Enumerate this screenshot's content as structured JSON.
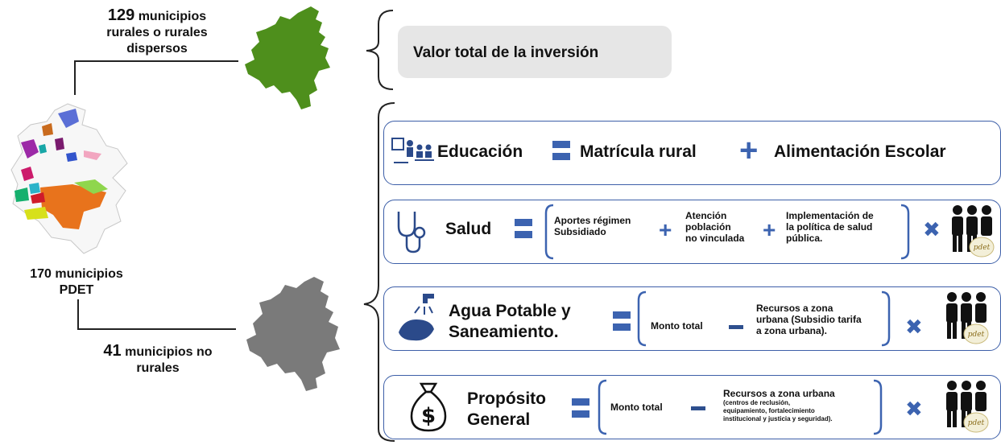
{
  "left": {
    "rural_count": "129",
    "rural_label_1": "municipios",
    "rural_label_2": "rurales o rurales",
    "rural_label_3": "dispersos",
    "pdet_1": "170 municipios",
    "pdet_2": "PDET",
    "nonrural_count": "41",
    "nonrural_label_1": "municipios no",
    "nonrural_label_2": "rurales"
  },
  "top_box": {
    "label": "Valor total de la inversión"
  },
  "education": {
    "label": "Educación",
    "term1": "Matrícula rural",
    "term2": "Alimentación Escolar"
  },
  "health": {
    "label": "Salud",
    "term1_1": "Aportes régimen",
    "term1_2": "Subsidiado",
    "term2_1": "Atención",
    "term2_2": "población",
    "term2_3": "no vinculada",
    "term3_1": "Implementación de",
    "term3_2": "la política de salud",
    "term3_3": "pública."
  },
  "water": {
    "label_1": "Agua Potable y",
    "label_2": "Saneamiento.",
    "term1": "Monto total",
    "term2_1": "Recursos a zona",
    "term2_2": "urbana (Subsidio tarifa",
    "term2_3": "a zona urbana)."
  },
  "general": {
    "label_1": "Propósito",
    "label_2": "General",
    "term1": "Monto total",
    "term2_title": "Recursos a zona urbana",
    "term2_1": "(centros de reclusión,",
    "term2_2": "equipamiento, fortalecimiento",
    "term2_3": "institucional y justicia y seguridad)."
  },
  "badge": {
    "text": "pdet"
  },
  "colors": {
    "accent": "#3c63b0",
    "map_green": "#4e8f1c",
    "map_gray": "#7a7a7a",
    "panel_border": "#3d5fa8",
    "top_box_bg": "#e6e6e6"
  }
}
